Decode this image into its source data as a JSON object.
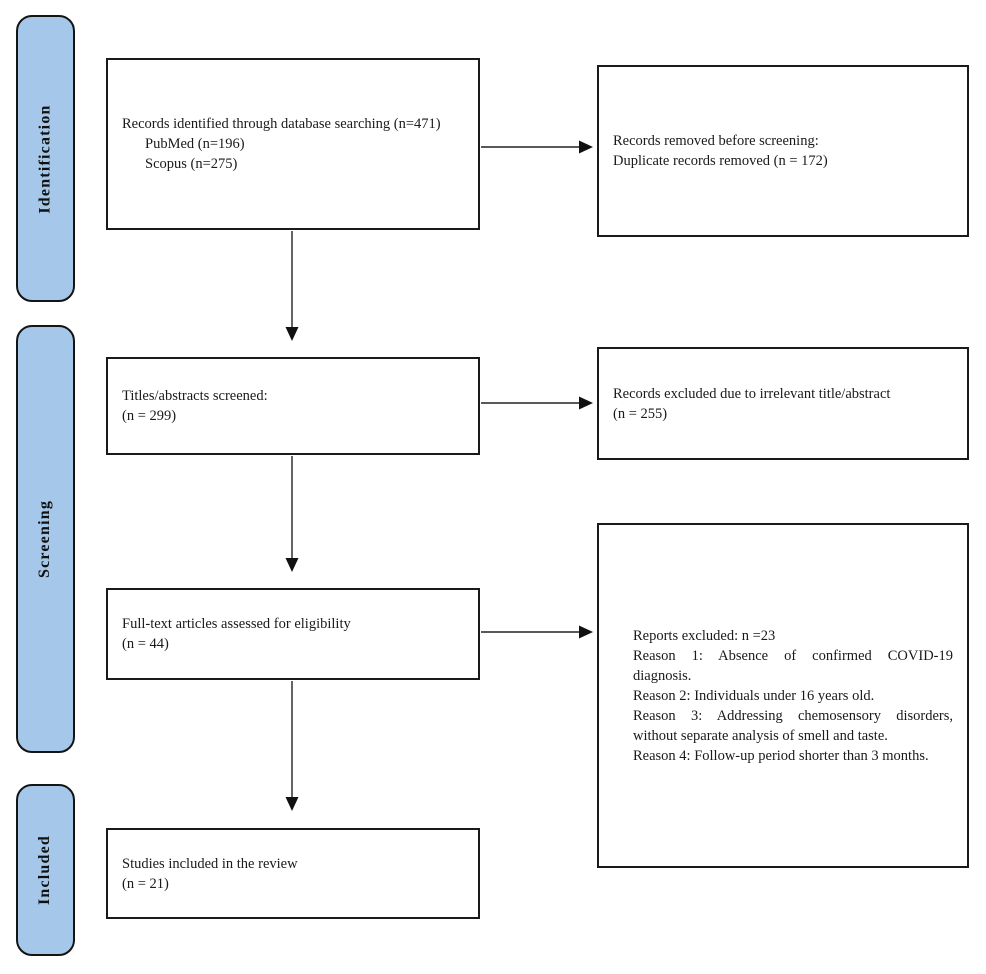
{
  "palette": {
    "stage_bar_fill": "#a5c7e9",
    "stage_bar_border": "#141414",
    "box_border": "#1a1a1a",
    "text": "#1a1a1a",
    "background": "#ffffff"
  },
  "stages": {
    "identification": "Identification",
    "screening": "Screening",
    "included": "Included"
  },
  "flow": {
    "records_identified": {
      "title": "Records identified through database searching (n=471)",
      "sources": [
        "PubMed (n=196)",
        "Scopus (n=275)"
      ]
    },
    "records_removed": {
      "line1": "Records removed before screening:",
      "line2": "Duplicate records removed (n = 172)"
    },
    "titles_screened": {
      "line1": "Titles/abstracts screened:",
      "line2": "(n = 299)"
    },
    "records_excluded": {
      "line1": "Records excluded due to irrelevant title/abstract",
      "line2": "(n = 255)"
    },
    "fulltext_assessed": {
      "line1": "Full-text articles assessed for eligibility",
      "line2": "(n = 44)"
    },
    "reports_excluded": {
      "header": "Reports excluded: n =23",
      "reason1_line1": "Reason 1: Absence of confirmed COVID-19",
      "reason1_line2": "diagnosis.",
      "reason2": "Reason 2: Individuals under 16 years old.",
      "reason3_line1": "Reason 3: Addressing chemosensory disorders,",
      "reason3_line2": "without separate analysis of smell and taste.",
      "reason4": "Reason 4: Follow-up period shorter than 3 months."
    },
    "studies_included": {
      "line1": "Studies included in the review",
      "line2": "(n = 21)"
    }
  }
}
